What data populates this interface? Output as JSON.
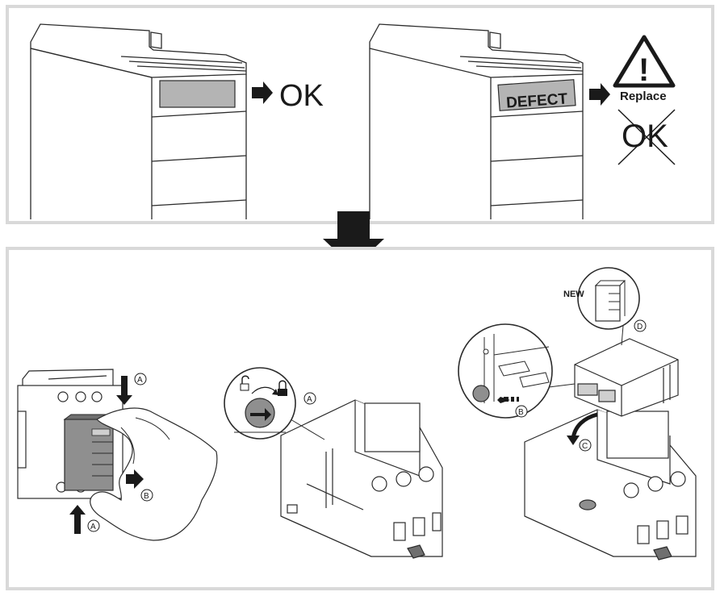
{
  "colors": {
    "panel_border": "#d9d9d9",
    "line": "#2b2b2b",
    "window_gray": "#b4b4b4",
    "module_gray": "#8f8f8f",
    "arrow": "#1a1a1a"
  },
  "top": {
    "ok_label": "OK",
    "defect_label": "DEFECT",
    "replace_label": "Replace",
    "crossed_ok_label": "OK",
    "warning_symbol": "!"
  },
  "bottom": {
    "step_a_left": "A",
    "step_a_left_bottom": "A",
    "step_b_left": "B",
    "step_a_middle": "A",
    "new_label": "NEW",
    "step_d": "D",
    "step_b_right": "B",
    "step_c": "C"
  },
  "icons": [
    "arrow-right-icon",
    "warning-triangle-icon",
    "arrow-down-icon",
    "lock-open-icon",
    "lock-closed-icon",
    "rotate-arrow-icon",
    "hand-icon"
  ]
}
